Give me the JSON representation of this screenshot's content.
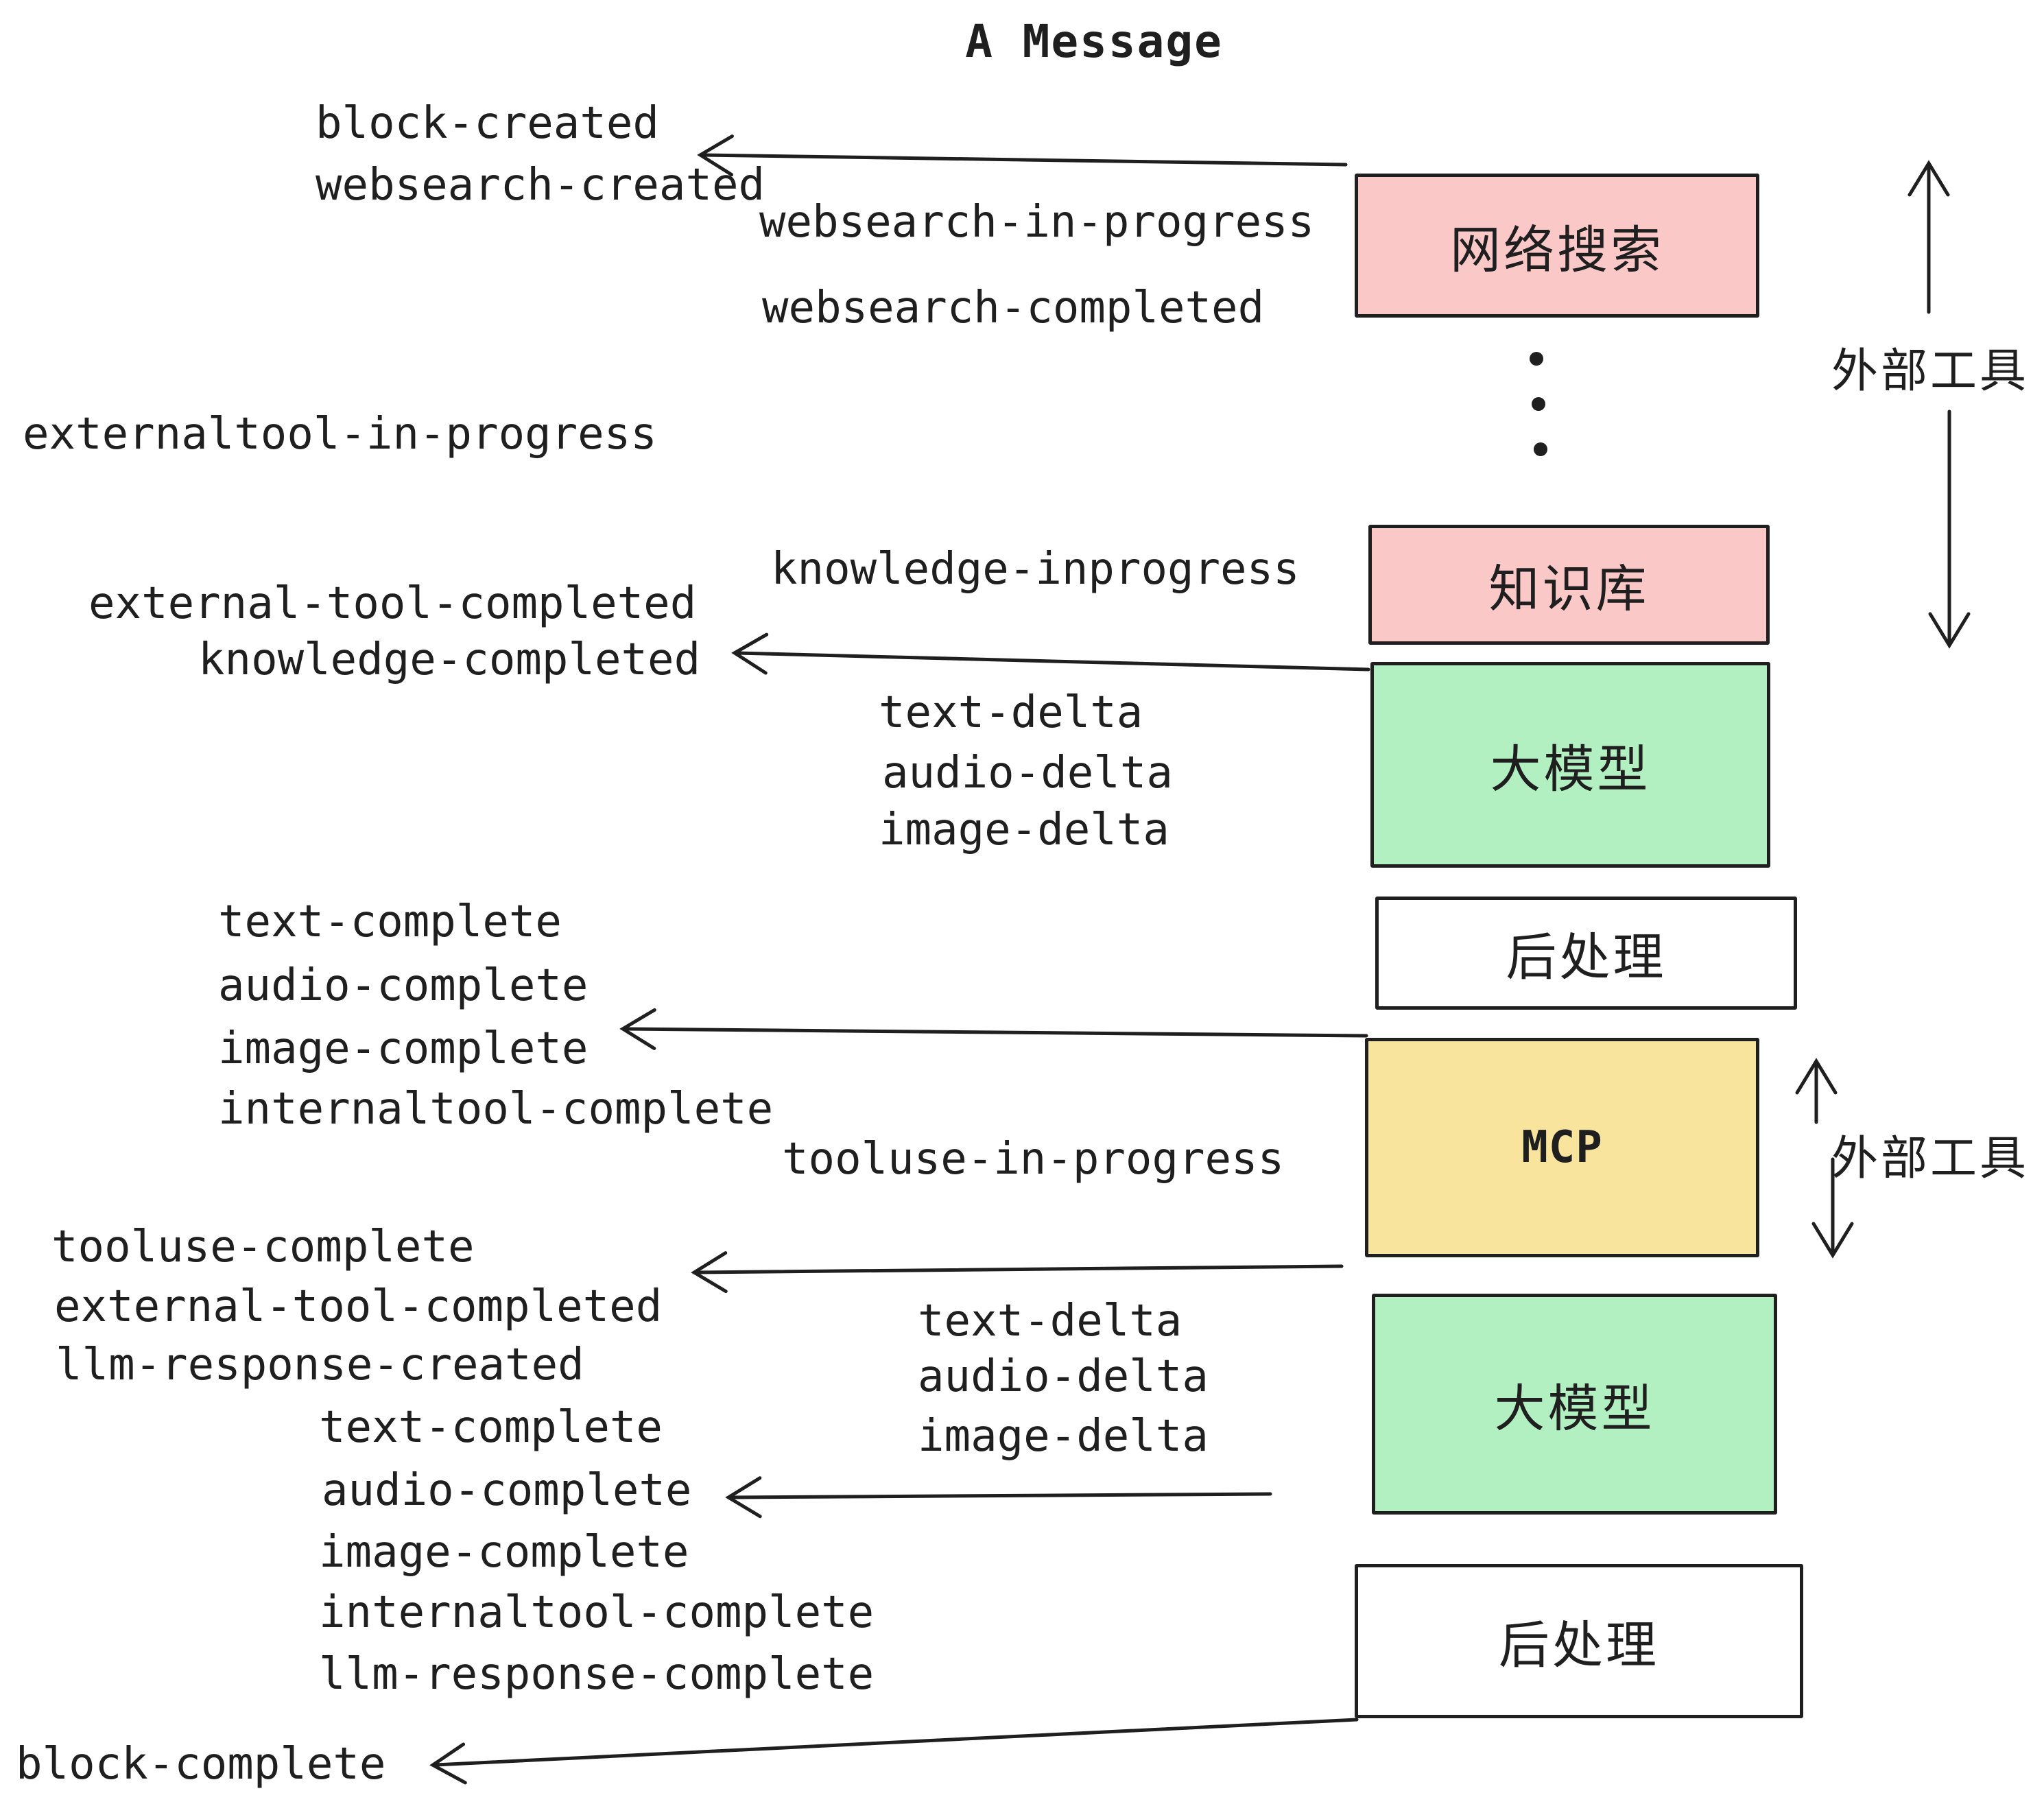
{
  "title": "A Message",
  "colors": {
    "background": "#ffffff",
    "pink_box": "#fbc8c8",
    "green_box": "#b2f0c2",
    "yellow_box": "#f8e49c",
    "white_box": "#ffffff",
    "stroke": "#1f1f1f",
    "text": "#1f1f1f"
  },
  "boxes": [
    {
      "id": "websearch",
      "label": "网络搜索",
      "color": "pink"
    },
    {
      "id": "knowledge",
      "label": "知识库",
      "color": "pink"
    },
    {
      "id": "llm-1",
      "label": "大模型",
      "color": "green"
    },
    {
      "id": "post-1",
      "label": "后处理",
      "color": "white"
    },
    {
      "id": "mcp",
      "label": "MCP",
      "color": "yellow"
    },
    {
      "id": "llm-2",
      "label": "大模型",
      "color": "green"
    },
    {
      "id": "post-2",
      "label": "后处理",
      "color": "white"
    }
  ],
  "side_labels": {
    "external_tools": "外部工具"
  },
  "labels": {
    "block_created": "block-created",
    "websearch_created": "websearch-created",
    "websearch_in_progress": "websearch-in-progress",
    "websearch_completed": "websearch-completed",
    "externaltool_in_progress": "externaltool-in-progress",
    "knowledge_inprogress": "knowledge-inprogress",
    "external_tool_completed": "external-tool-completed",
    "knowledge_completed": "knowledge-completed",
    "text_delta": "text-delta",
    "audio_delta": "audio-delta",
    "image_delta": "image-delta",
    "text_complete": "text-complete",
    "audio_complete": "audio-complete",
    "image_complete": "image-complete",
    "internaltool_complete": "internaltool-complete",
    "tooluse_in_progress": "tooluse-in-progress",
    "tooluse_complete": "tooluse-complete",
    "llm_response_created": "llm-response-created",
    "llm_response_complete": "llm-response-complete",
    "block_complete": "block-complete"
  }
}
